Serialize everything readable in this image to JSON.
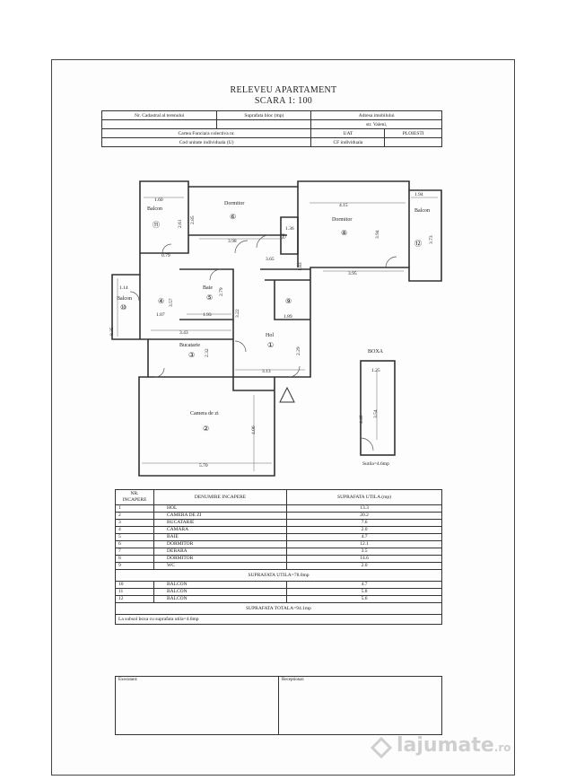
{
  "title": "RELEVEU APARTAMENT",
  "scale": "SCARA 1: 100",
  "info": {
    "r1": [
      "Nr. Cadastral al terenului",
      "Suprafata bloc (mp)",
      "Adresa imobilului"
    ],
    "r2": [
      "",
      "",
      "str. Valeni,"
    ],
    "r3": [
      "Cartea Funciara colectiva nr.",
      "UAT",
      "PLOIESTI"
    ],
    "r4": [
      "Cod unitate individuala (U)",
      "CF individuala",
      ""
    ]
  },
  "plan": {
    "rooms": [
      {
        "name": "Balcon",
        "num": "⑪"
      },
      {
        "name": "Dormitor",
        "num": "⑥"
      },
      {
        "name": "Dormitor",
        "num": "⑧"
      },
      {
        "name": "Balcon",
        "num": "⑫"
      },
      {
        "name": "Baie",
        "num": "⑤"
      },
      {
        "name": "Balcon",
        "num": "⑩"
      },
      {
        "name": "Bucatarie",
        "num": "③"
      },
      {
        "name": "Hol",
        "num": "①"
      },
      {
        "name": "Camera de zi",
        "num": "②"
      },
      {
        "name": "",
        "num": "④"
      },
      {
        "name": "",
        "num": "⑦"
      },
      {
        "name": "",
        "num": "⑨"
      }
    ],
    "dims": [
      "1.60",
      "2.85",
      "3.98",
      "3.65",
      "1.36",
      "4.15",
      "1.94",
      "3.73",
      "3.94",
      "3.95",
      "1.83",
      "1.14",
      "8.35",
      "3.57",
      "1.87",
      "1.93",
      "2.79",
      "3.22",
      "3.43",
      "1.89",
      "2.32",
      "2.29",
      "3.13",
      "4.06",
      "5.70",
      "2.61",
      "0.79",
      "4.40"
    ],
    "boxa_label": "BOXA",
    "boxa_dims": [
      "1.25",
      "3.54"
    ],
    "boxa_area": "Sutila=4.6mp"
  },
  "rooms_table": {
    "head_nr": "NR. INCAPERE",
    "head_name": "DENUMIRE INCAPERE",
    "head_area": "SUPRAFATA UTILA (mp)",
    "rows": [
      {
        "nr": "1",
        "name": "HOL",
        "area": "13.3"
      },
      {
        "nr": "2",
        "name": "CAMERA DE ZI",
        "area": "20.2"
      },
      {
        "nr": "3",
        "name": "BUCATARIE",
        "area": "7.6"
      },
      {
        "nr": "4",
        "name": "CAMARA",
        "area": "2.0"
      },
      {
        "nr": "5",
        "name": "BAIE",
        "area": "4.7"
      },
      {
        "nr": "6",
        "name": "DORMITOR",
        "area": "12.1"
      },
      {
        "nr": "7",
        "name": "DEBARA",
        "area": "3.5"
      },
      {
        "nr": "8",
        "name": "DORMITOR",
        "area": "14.6"
      },
      {
        "nr": "9",
        "name": "WC",
        "area": "2.0"
      }
    ],
    "subtotal": "SUPRAFATA UTILA=78.0mp",
    "balconies": [
      {
        "nr": "10",
        "name": "BALCON",
        "area": "4.7"
      },
      {
        "nr": "11",
        "name": "BALCON",
        "area": "5.8"
      },
      {
        "nr": "12",
        "name": "BALCON",
        "area": "5.6"
      }
    ],
    "total": "SUPRAFATA TOTALA=94.1mp",
    "note": "La subsol boxa cu suprafata utila=4.6mp"
  },
  "signatures": {
    "executant": "Executant:",
    "receptionat": "Receptionat:"
  },
  "watermark": {
    "text": "lajumate",
    "suffix": ".ro"
  }
}
